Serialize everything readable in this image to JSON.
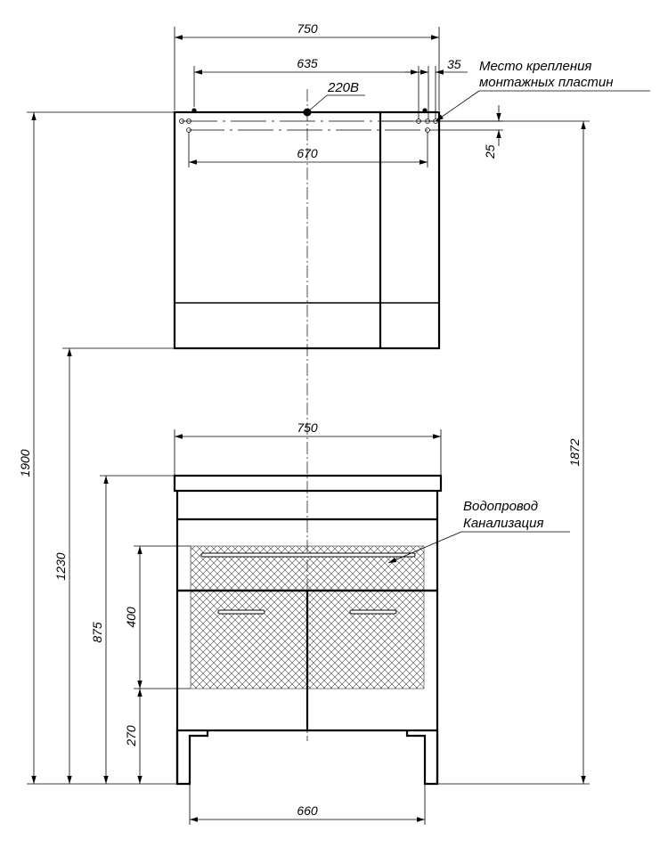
{
  "dimensions": {
    "mirror_width": "750",
    "plate_spacing": "635",
    "plate_offset": "35",
    "inner_width": "670",
    "top_offset": "25",
    "total_height": "1900",
    "mirror_bottom_height": "1230",
    "mount_height": "1872",
    "cabinet_width": "750",
    "cabinet_height": "875",
    "hatch_height": "400",
    "hatch_bottom": "270",
    "legs_width": "660"
  },
  "labels": {
    "power": "220В",
    "mounting_line1": "Место крепления",
    "mounting_line2": "монтажных пластин",
    "plumbing_line1": "Водопровод",
    "plumbing_line2": "Канализация"
  }
}
